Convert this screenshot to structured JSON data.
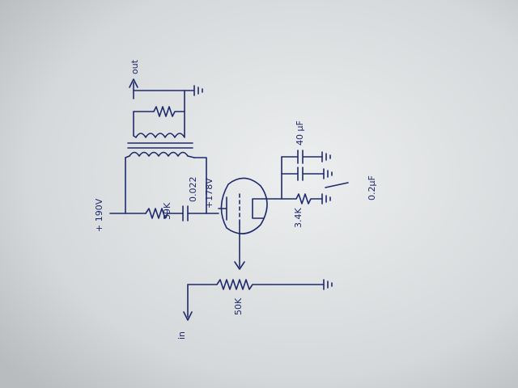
{
  "labels": {
    "out": "out",
    "supply": "+ 190V",
    "plate_resistor": "39K",
    "coupling_cap": "0.022",
    "plate_voltage": "+178V",
    "filter_cap": "40 µF",
    "bypass_cap": "0.2µF",
    "cathode_resistor": "3.4K",
    "input_pot": "50K",
    "input": "in"
  },
  "colors": {
    "ink": "#1e2a6a",
    "paper": "#d8dadb"
  }
}
